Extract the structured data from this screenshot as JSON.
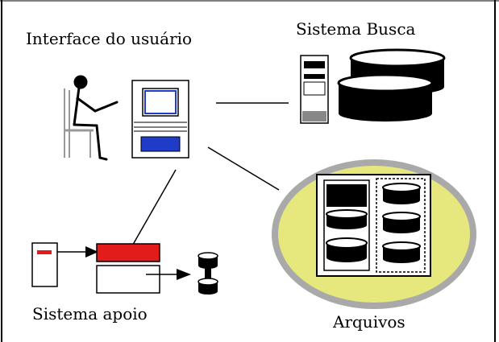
{
  "labels": {
    "interface": "Interface do usuário",
    "busca": "Sistema Busca",
    "apoio": "Sistema apoio",
    "arquivos": "Arquivos"
  },
  "colors": {
    "screen_blue": "#1e3cc8",
    "arquivos_fill": "#e6e87e",
    "arquivos_ring": "#a9a9a9",
    "apoio_red": "#e21b1b",
    "line": "#000000"
  },
  "icons": {
    "user": "person-at-computer-icon",
    "busca": "server-with-databases-icon",
    "arquivos": "file-cabinet-icon",
    "apoio": "support-system-icon"
  }
}
